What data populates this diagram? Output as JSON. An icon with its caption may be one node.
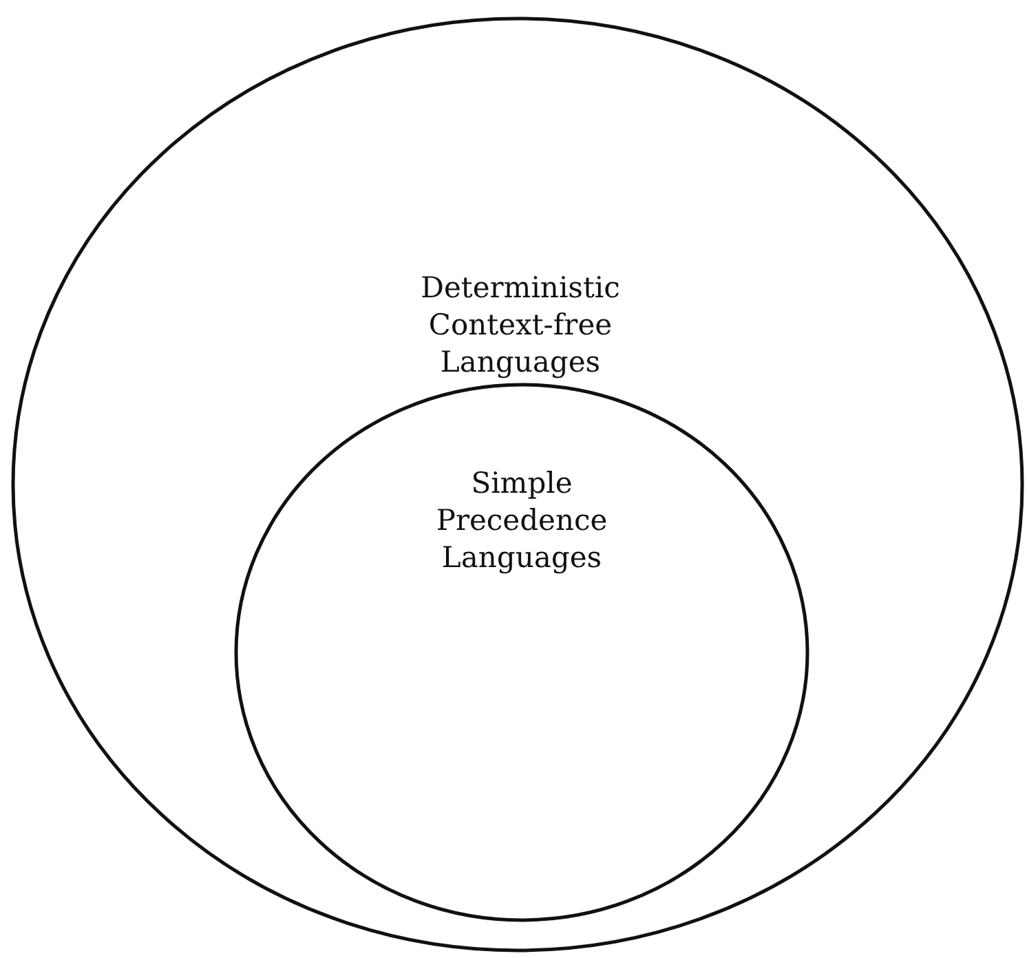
{
  "diagram": {
    "nodes": [
      {
        "text": [
          "Deterministic Context-free Languages"
        ]
      },
      {
        "text": [
          "Simple Precedence Languages"
        ],
        "in": 0
      }
    ]
  }
}
